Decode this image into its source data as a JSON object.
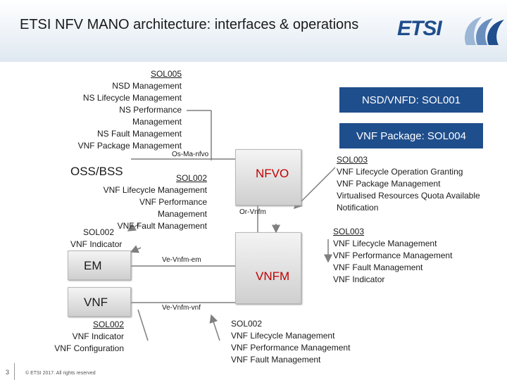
{
  "title": "ETSI NFV MANO architecture: interfaces & operations",
  "logo": {
    "text": "ETSI",
    "icon": "etsi-logo-icon"
  },
  "boxes": {
    "oss_bss": "OSS/BSS",
    "em": "EM",
    "vnf": "VNF",
    "nfvo": "NFVO",
    "vnfm": "VNFM",
    "nsd_vnfd": "NSD/VNFD: SOL001",
    "vnf_package": "VNF Package: SOL004"
  },
  "interfaces": {
    "os_ma_nfvo": "Os-Ma-nfvo",
    "or_vnfm": "Or-Vnfm",
    "ve_vnfm_em": "Ve-Vnfm-em",
    "ve_vnfm_vnf": "Ve-Vnfm-vnf"
  },
  "sol005": {
    "heading": "SOL005",
    "lines": [
      "NSD Management",
      "NS Lifecycle Management",
      "NS Performance",
      "Management",
      "NS Fault Management",
      "VNF Package Management"
    ]
  },
  "sol002_em": {
    "heading": "SOL002",
    "lines": [
      "VNF Lifecycle Management",
      "VNF Performance",
      "Management",
      "VNF Fault Management"
    ]
  },
  "sol002_indicator": {
    "heading": "SOL002",
    "lines": [
      "VNF Indicator"
    ]
  },
  "sol002_vnf": {
    "heading": "SOL002",
    "lines": [
      "VNF Indicator",
      "VNF Configuration"
    ]
  },
  "sol003_nfvo": {
    "heading": "SOL003",
    "lines": [
      "VNF Lifecycle Operation Granting",
      "VNF Package Management",
      "Virtualised Resources Quota Available",
      "Notification"
    ]
  },
  "sol003_vnfm": {
    "heading": "SOL003",
    "lines": [
      "VNF Lifecycle Management",
      "VNF Performance Management",
      "VNF Fault Management",
      "VNF Indicator"
    ]
  },
  "sol002_vnfm": {
    "heading": "SOL002",
    "lines": [
      "VNF Lifecycle Management",
      "VNF Performance Management",
      "VNF Fault Management"
    ]
  },
  "footer": {
    "page_number": "3",
    "copyright": "© ETSI 2017. All rights reserved"
  },
  "colors": {
    "accent": "#1f4e8c",
    "callout": "#c00000"
  }
}
